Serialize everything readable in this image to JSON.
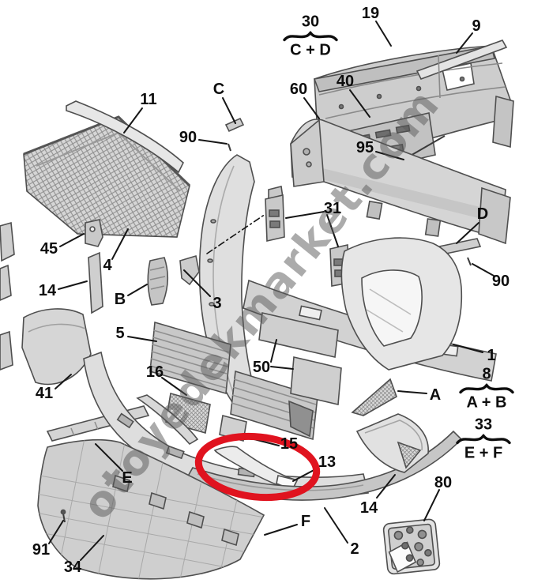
{
  "diagram": {
    "kind": "front-bumper-exploded-parts-diagram",
    "watermark": "otoyedekmarket.com",
    "highlight_color": "#e0131f",
    "highlighted_part": "13"
  },
  "labels": [
    {
      "text": "11"
    },
    {
      "text": "C"
    },
    {
      "text": "90"
    },
    {
      "text": "19"
    },
    {
      "text": "9"
    },
    {
      "text": "60"
    },
    {
      "text": "40"
    },
    {
      "text": "95"
    },
    {
      "text": "31"
    },
    {
      "text": "D"
    },
    {
      "text": "90"
    },
    {
      "text": "45"
    },
    {
      "text": "4"
    },
    {
      "text": "14"
    },
    {
      "text": "B"
    },
    {
      "text": "3"
    },
    {
      "text": "5"
    },
    {
      "text": "16"
    },
    {
      "text": "50"
    },
    {
      "text": "41"
    },
    {
      "text": "E"
    },
    {
      "text": "15"
    },
    {
      "text": "13"
    },
    {
      "text": "F"
    },
    {
      "text": "2"
    },
    {
      "text": "91"
    },
    {
      "text": "34"
    },
    {
      "text": "1"
    },
    {
      "text": "A"
    },
    {
      "text": "80"
    },
    {
      "text": "14"
    }
  ],
  "groups": [
    {
      "number": "30",
      "members": "C + D"
    },
    {
      "number": "8",
      "members": "A + B"
    },
    {
      "number": "33",
      "members": "E + F"
    }
  ]
}
